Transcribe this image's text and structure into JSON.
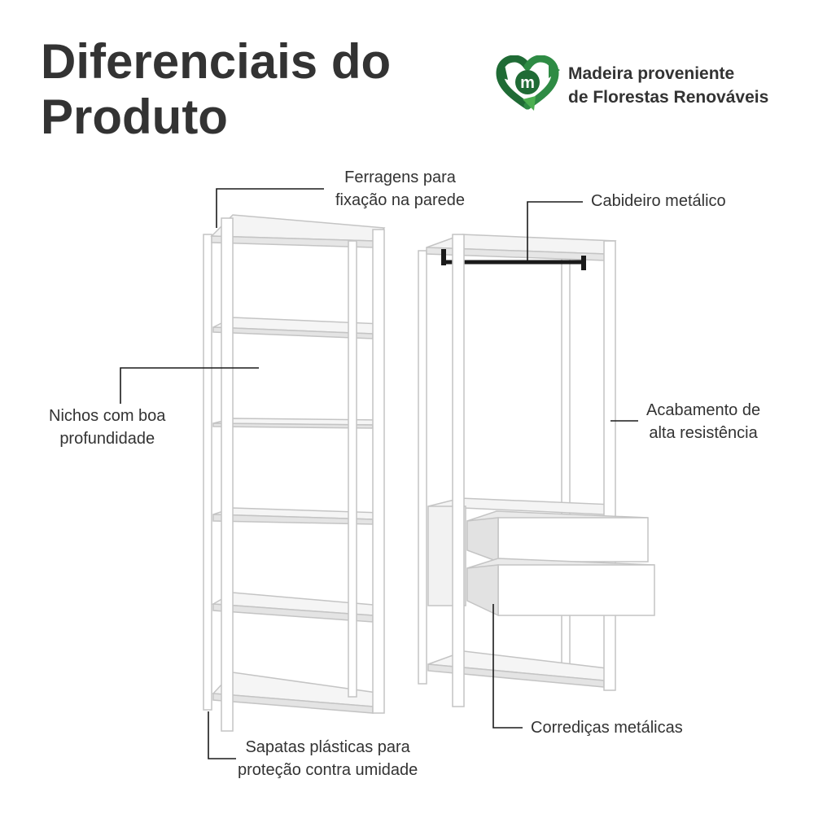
{
  "header": {
    "title_line1": "Diferenciais do",
    "title_line2": "Produto"
  },
  "badge": {
    "icon": "recycle-m-icon",
    "icon_letter": "m",
    "line1": "Madeira proveniente",
    "line2": "de Florestas Renováveis",
    "color_dark": "#1f6b35",
    "color_light": "#4caf50"
  },
  "callouts": {
    "ferragens": {
      "line1": "Ferragens para",
      "line2": "fixação na parede"
    },
    "cabideiro": {
      "text": "Cabideiro metálico"
    },
    "nichos": {
      "line1": "Nichos com boa",
      "line2": "profundidade"
    },
    "acabamento": {
      "line1": "Acabamento de",
      "line2": "alta resistência"
    },
    "corredicas": {
      "text": "Corrediças metálicas"
    },
    "sapatas": {
      "line1": "Sapatas plásticas para",
      "line2": "proteção contra umidade"
    }
  }
}
